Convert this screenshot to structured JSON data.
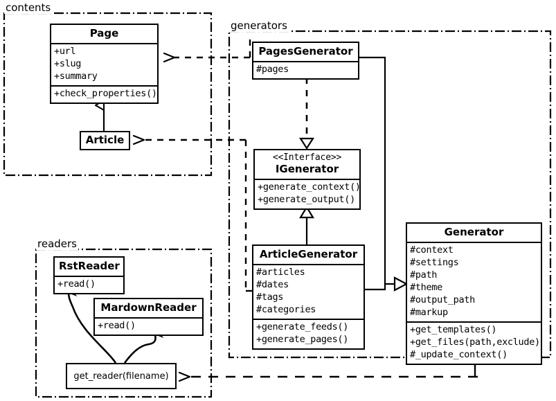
{
  "diagram": {
    "title": "UML class diagram",
    "stroke_color": "#000000",
    "background_color": "#ffffff"
  },
  "packages": [
    {
      "id": "contents",
      "label": "contents"
    },
    {
      "id": "generators",
      "label": "generators"
    },
    {
      "id": "readers",
      "label": "readers"
    }
  ],
  "classes": {
    "page": {
      "name": "Page",
      "attributes": [
        "+url",
        "+slug",
        "+summary"
      ],
      "methods": [
        "+check_properties()"
      ]
    },
    "article": {
      "name": "Article",
      "attributes": [],
      "methods": []
    },
    "pages_generator": {
      "name": "PagesGenerator",
      "attributes": [
        "#pages"
      ],
      "methods": []
    },
    "igenerator": {
      "stereotype": "<<Interface>>",
      "name": "IGenerator",
      "attributes": [],
      "methods": [
        "+generate_context()",
        "+generate_output()"
      ]
    },
    "article_generator": {
      "name": "ArticleGenerator",
      "attributes": [
        "#articles",
        "#dates",
        "#tags",
        "#categories"
      ],
      "methods": [
        "+generate_feeds()",
        "+generate_pages()"
      ]
    },
    "generator": {
      "name": "Generator",
      "attributes": [
        "#context",
        "#settings",
        "#path",
        "#theme",
        "#output_path",
        "#markup"
      ],
      "methods": [
        "+get_templates()",
        "+get_files(path,exclude)",
        "#_update_context()"
      ]
    },
    "rst_reader": {
      "name": "RstReader",
      "attributes": [],
      "methods": [
        "+read()"
      ]
    },
    "mardown_reader": {
      "name": "MardownReader",
      "attributes": [],
      "methods": [
        "+read()"
      ]
    }
  },
  "functions": {
    "get_reader": {
      "label": "get_reader(filename)"
    }
  },
  "relationships": [
    {
      "from": "article",
      "to": "page",
      "type": "generalization"
    },
    {
      "from": "pages_generator",
      "to": "igenerator",
      "type": "realization"
    },
    {
      "from": "article_generator",
      "to": "igenerator",
      "type": "generalization"
    },
    {
      "from": "pages_generator",
      "to": "generator",
      "type": "generalization"
    },
    {
      "from": "article_generator",
      "to": "generator",
      "type": "generalization"
    },
    {
      "from": "get_reader",
      "to": "rst_reader",
      "type": "association"
    },
    {
      "from": "get_reader",
      "to": "mardown_reader",
      "type": "association"
    },
    {
      "from": "generators",
      "to": "page",
      "type": "dependency"
    },
    {
      "from": "generators",
      "to": "article",
      "type": "dependency"
    },
    {
      "from": "generators",
      "to": "get_reader",
      "type": "dependency"
    }
  ]
}
